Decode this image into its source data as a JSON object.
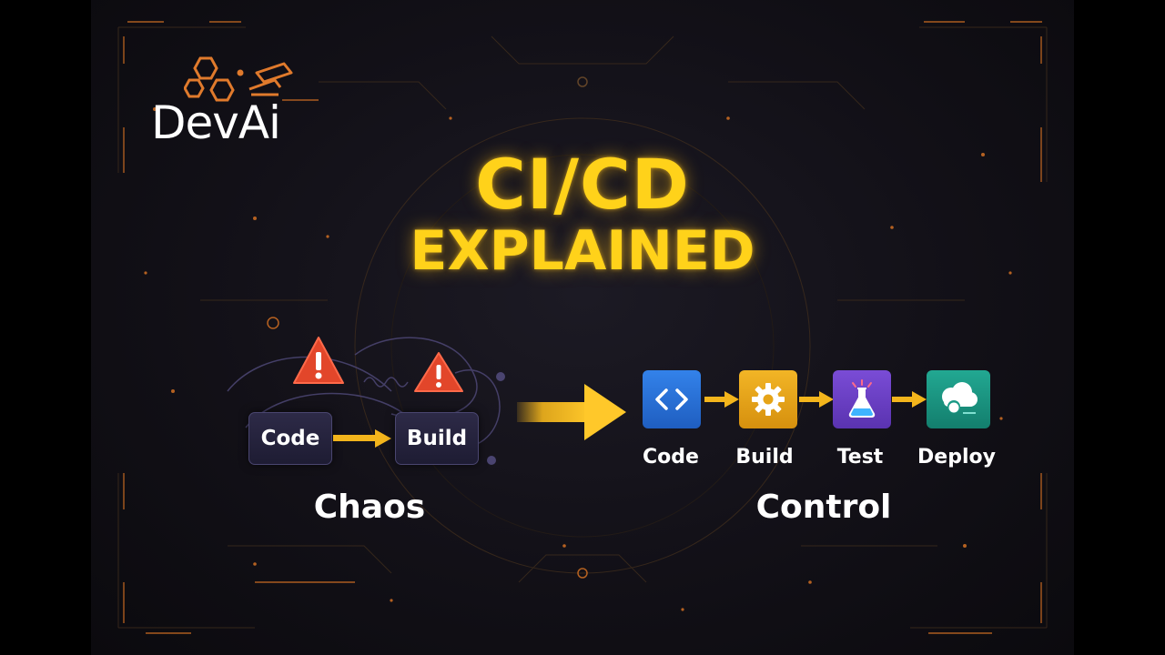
{
  "brand": {
    "name": "DevAi",
    "accent": "#e07a2c"
  },
  "headline": {
    "line1": "CI/CD",
    "line2": "EXPLAINED",
    "color": "#ffd21a"
  },
  "chaos": {
    "label": "Chaos",
    "boxes": [
      "Code",
      "Build"
    ],
    "warning_icons": [
      "warning-icon",
      "warning-icon"
    ],
    "warning_color": "#e2462a"
  },
  "control": {
    "label": "Control",
    "steps": [
      {
        "label": "Code",
        "icon": "code-icon",
        "color": "#2b6fd6"
      },
      {
        "label": "Build",
        "icon": "gear-icon",
        "color": "#e6a417"
      },
      {
        "label": "Test",
        "icon": "flask-icon",
        "color": "#6a3fc4"
      },
      {
        "label": "Deploy",
        "icon": "cloud-icon",
        "color": "#1b9a86"
      }
    ]
  },
  "arrow_color": "#f3b51c"
}
